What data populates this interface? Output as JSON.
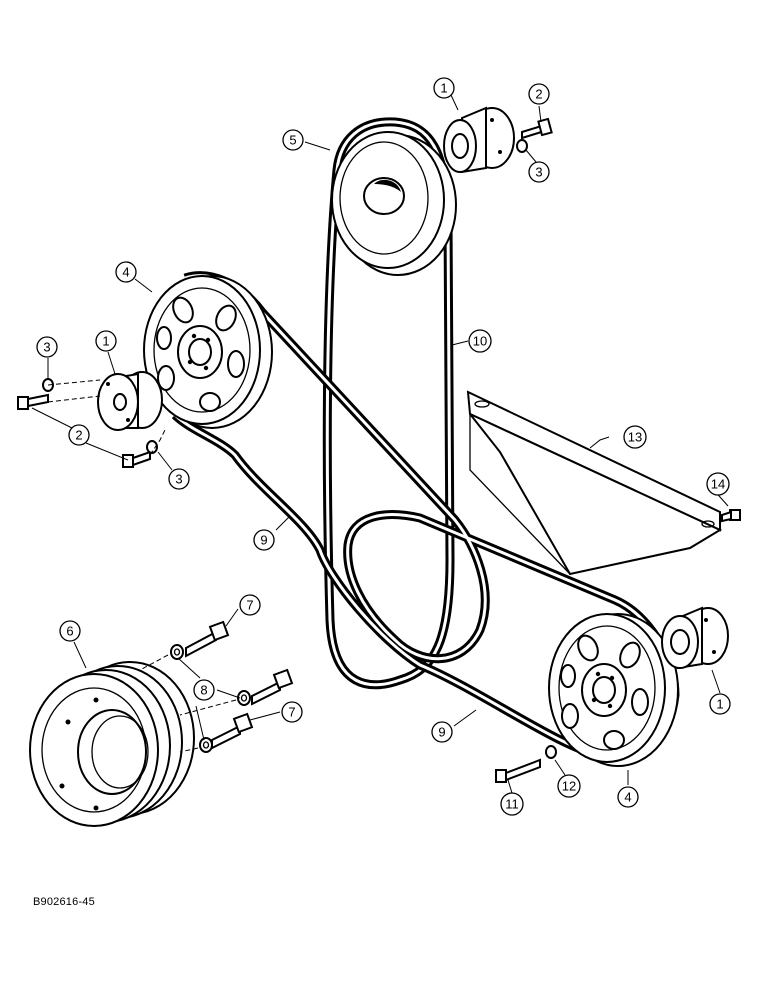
{
  "figure": {
    "reference_code": "B902616-45"
  },
  "callouts": [
    "1",
    "2",
    "3",
    "4",
    "5",
    "6",
    "7",
    "8",
    "9",
    "10",
    "11",
    "12",
    "13",
    "14"
  ]
}
